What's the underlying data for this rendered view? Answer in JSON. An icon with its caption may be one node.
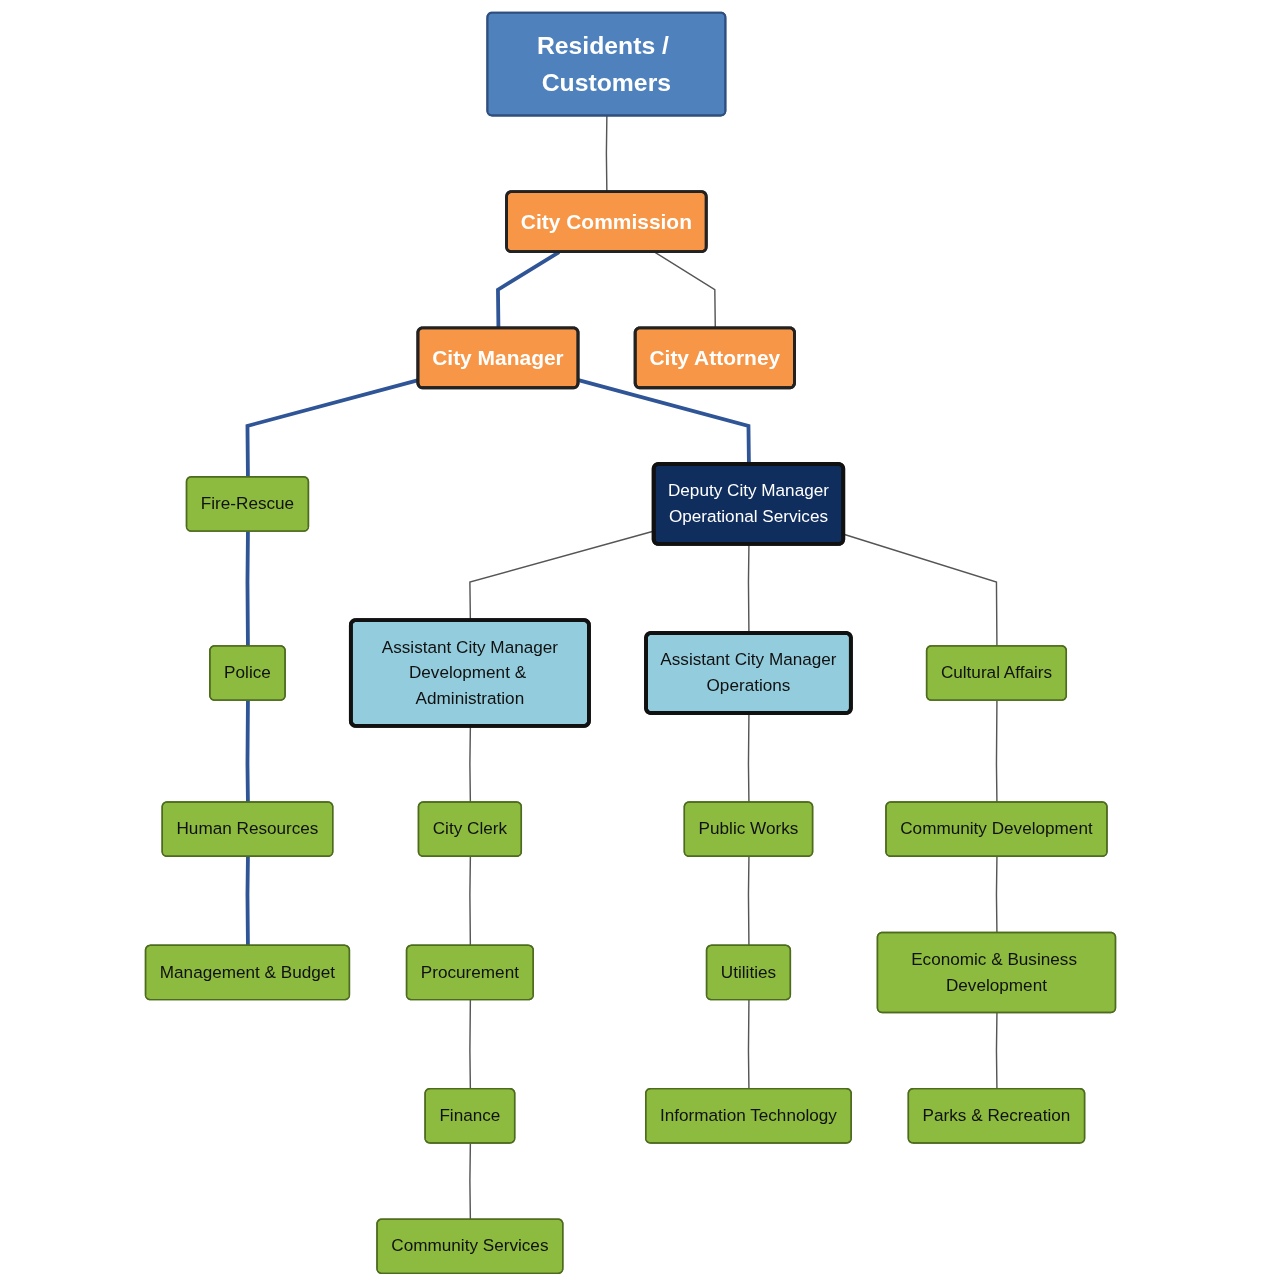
{
  "diagram": {
    "nodes": [
      {
        "text": [
          "Residents / Customers"
        ]
      },
      {
        "text": [
          "City Commission"
        ]
      },
      {
        "text": [
          "City Attorney"
        ]
      },
      {
        "text": [
          "City Manager"
        ]
      },
      {
        "text": [
          "Deputy City Manager",
          "Operational Services"
        ]
      },
      {
        "text": [
          "Assistant City Manager",
          "Development & Administration"
        ]
      },
      {
        "text": [
          "Assistant City Manager",
          "Operations"
        ]
      },
      {
        "text": [
          "Fire-Rescue"
        ]
      },
      {
        "text": [
          "Police"
        ]
      },
      {
        "text": [
          "Human Resources"
        ]
      },
      {
        "text": [
          "Management & Budget"
        ]
      },
      {
        "text": [
          "City Clerk"
        ]
      },
      {
        "text": [
          "Procurement"
        ]
      },
      {
        "text": [
          "Finance"
        ]
      },
      {
        "text": [
          "Community Services"
        ]
      },
      {
        "text": [
          "Public Works"
        ]
      },
      {
        "text": [
          "Utilities"
        ]
      },
      {
        "text": [
          "Information Technology"
        ]
      },
      {
        "text": [
          "Cultural Affairs"
        ]
      },
      {
        "text": [
          "Community Development"
        ]
      },
      {
        "text": [
          "Economic & Business Development"
        ]
      },
      {
        "text": [
          "Parks & Recreation"
        ]
      }
    ],
    "edges": [
      {
        "from": 0,
        "to": 1,
        "arrow": "none"
      },
      {
        "from": 1,
        "to": 2,
        "arrow": "none"
      },
      {
        "from": 1,
        "to": 3,
        "arrow": "none",
        "style": "thick",
        "color": "#2f5597"
      },
      {
        "from": 3,
        "to": 4,
        "arrow": "none",
        "style": "thick",
        "color": "#2f5597"
      },
      {
        "from": 3,
        "to": 7,
        "arrow": "none",
        "style": "thick",
        "color": "#2f5597"
      },
      {
        "from": 7,
        "to": 8,
        "arrow": "none",
        "style": "thick",
        "color": "#2f5597"
      },
      {
        "from": 8,
        "to": 9,
        "arrow": "none",
        "style": "thick",
        "color": "#2f5597"
      },
      {
        "from": 9,
        "to": 10,
        "arrow": "none",
        "style": "thick",
        "color": "#2f5597"
      },
      {
        "from": 4,
        "to": 5,
        "arrow": "none"
      },
      {
        "from": 4,
        "to": 6,
        "arrow": "none"
      },
      {
        "from": 4,
        "to": 18,
        "arrow": "none"
      },
      {
        "from": 5,
        "to": 11,
        "arrow": "none"
      },
      {
        "from": 11,
        "to": 12,
        "arrow": "none"
      },
      {
        "from": 12,
        "to": 13,
        "arrow": "none"
      },
      {
        "from": 13,
        "to": 14,
        "arrow": "none"
      },
      {
        "from": 6,
        "to": 15,
        "arrow": "none"
      },
      {
        "from": 15,
        "to": 16,
        "arrow": "none"
      },
      {
        "from": 16,
        "to": 17,
        "arrow": "none"
      },
      {
        "from": 18,
        "to": 19,
        "arrow": "none"
      },
      {
        "from": 19,
        "to": 20,
        "arrow": "none"
      },
      {
        "from": 20,
        "to": 21,
        "arrow": "none"
      }
    ]
  }
}
